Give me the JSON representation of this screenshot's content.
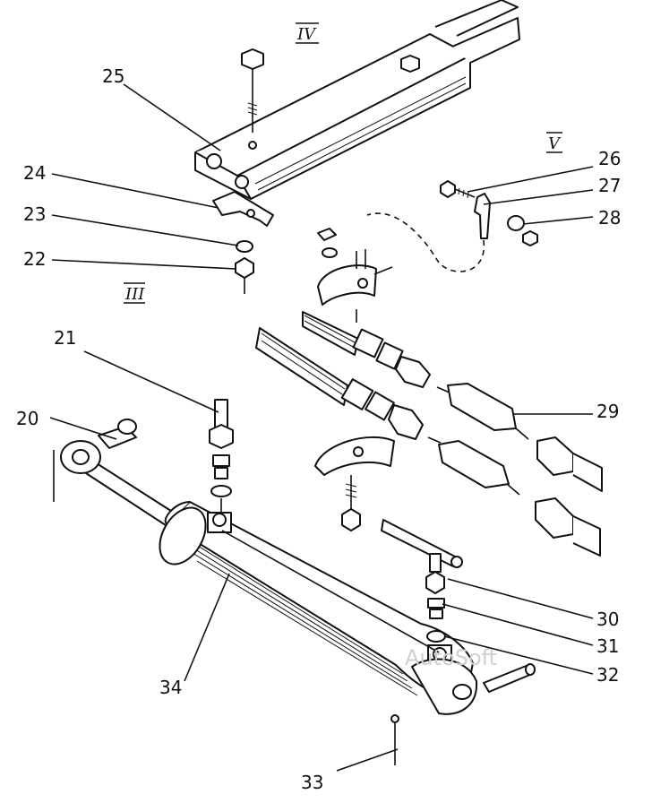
{
  "view_labels": {
    "iv": "IV",
    "v": "V",
    "iii": "III"
  },
  "callouts": {
    "p20": "20",
    "p21": "21",
    "p22": "22",
    "p23": "23",
    "p24": "24",
    "p25": "25",
    "p26": "26",
    "p27": "27",
    "p28": "28",
    "p29": "29",
    "p30": "30",
    "p31": "31",
    "p32": "32",
    "p33": "33",
    "p34": "34"
  },
  "watermark": "AutoSoft"
}
